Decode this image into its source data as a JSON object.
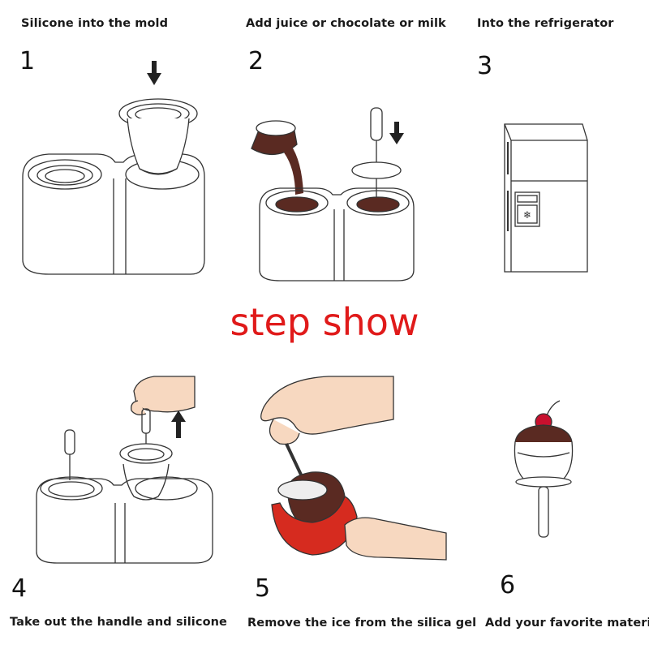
{
  "steps": [
    {
      "number": "1",
      "caption": "Silicone into the mold",
      "illustration": "mold-insert-illustration"
    },
    {
      "number": "2",
      "caption": "Add juice or chocolate or milk",
      "illustration": "pour-chocolate-illustration"
    },
    {
      "number": "3",
      "caption": "Into the refrigerator",
      "illustration": "refrigerator-illustration"
    },
    {
      "number": "4",
      "caption": "Take out the handle and silicone",
      "illustration": "lift-handle-illustration"
    },
    {
      "number": "5",
      "caption": "Remove the ice from the silica gel",
      "illustration": "peel-silicone-illustration"
    },
    {
      "number": "6",
      "caption": "Add your favorite material",
      "illustration": "ice-cream-pop-illustration"
    }
  ],
  "headline": "step show",
  "colors": {
    "headline": "#e01a1a",
    "chocolate": "#5a2a22",
    "silicone_red": "#d62b1f",
    "cherry": "#c8102e",
    "skin": "#f7d8c0",
    "outline": "#333333"
  }
}
